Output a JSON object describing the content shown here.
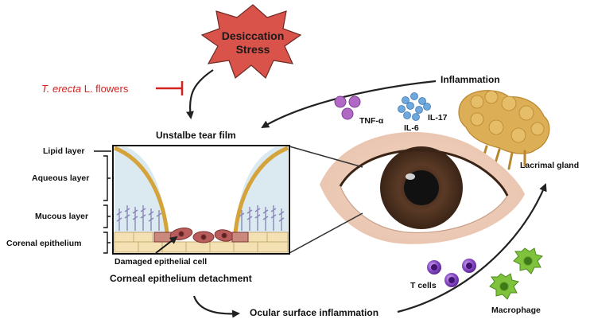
{
  "stress": {
    "line1": "Desiccation",
    "line2": "Stress"
  },
  "treatment": {
    "italic_part": "T. erecta",
    "rest": " L. flowers"
  },
  "labels": {
    "unstable_tear_film": "Unstalbe tear film",
    "inflammation": "Inflammation",
    "tnf": "TNF-α",
    "il6": "IL-6",
    "il17": "IL-17",
    "lacrimal_gland": "Lacrimal gland",
    "lipid_layer": "Lipid layer",
    "aqueous_layer": "Aqueous layer",
    "mucous_layer": "Mucous layer",
    "corneal_epithelium": "Corenal epithelium",
    "damaged_cell": "Damaged epithelial cell",
    "detachment": "Corneal epithelium detachment",
    "ocular_inflammation": "Ocular surface inflammation",
    "t_cells": "T cells",
    "macrophage": "Macrophage"
  },
  "colors": {
    "stress_burst": "#d9534a",
    "inhibit_red": "#d2231f",
    "lipid_gold": "#d4a43a",
    "aqueous_blue": "#dbe9f0",
    "mucin_purple": "#8b86b8",
    "cell_beige": "#f3e1b4",
    "damaged_cell": "#b85c5c",
    "tnf_purple": "#b06ac6",
    "il_blue": "#6ea8dc",
    "lacrimal_tan": "#dcae55",
    "tcell_purple": "#7b3ab5",
    "macrophage_green": "#7fc23c",
    "iris_brown": "#5a3a26"
  }
}
